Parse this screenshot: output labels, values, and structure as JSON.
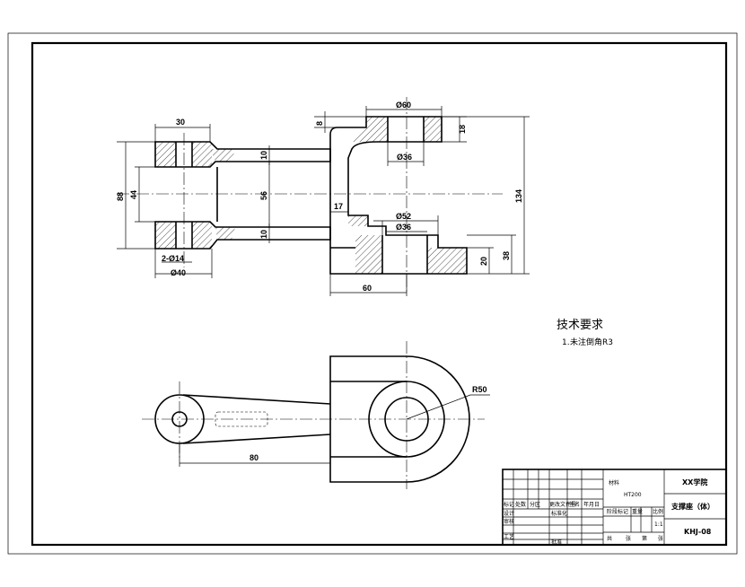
{
  "drawing": {
    "dimensions": {
      "d30": "30",
      "d88": "88",
      "d44": "44",
      "d56": "56",
      "d10a": "10",
      "d10b": "10",
      "d2phi14": "2-Ø14",
      "d40": "Ø40",
      "d8": "8",
      "d60top": "Ø60",
      "d18": "18",
      "d36top": "Ø36",
      "d134": "134",
      "d17": "17",
      "d52": "Ø52",
      "d36bot": "Ø36",
      "d20": "20",
      "d38": "38",
      "d60w": "60",
      "r50": "R50",
      "d80": "80"
    },
    "technical_requirements": {
      "title": "技术要求",
      "item1_prefix": "1.",
      "item1_text": "未注倒角R3"
    }
  },
  "title_block": {
    "school": "XX学院",
    "part_name": "支撑座（体）",
    "drawing_number": "KHJ-08",
    "scale": "1:1",
    "material": "材料",
    "material_code": "HT200",
    "row_headers": [
      "标记",
      "处数",
      "分区",
      "更改文件号",
      "签名",
      "年月日"
    ],
    "labels": {
      "design": "设计",
      "review": "审核",
      "craft": "工艺",
      "standardization": "标准化",
      "approve": "批准",
      "stage_mark": "阶段标记",
      "weight": "重量",
      "scale_label": "比例",
      "sheet_total": "共",
      "sheet_label": "张",
      "sheet_no": "第",
      "sheet_label2": "张"
    }
  }
}
